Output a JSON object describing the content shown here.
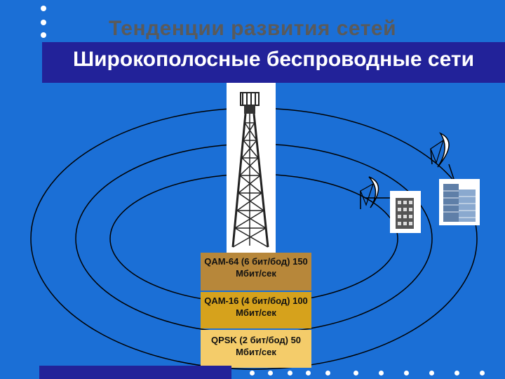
{
  "slide": {
    "title": "Тенденции развития сетей",
    "subtitle": "Широкополосные беспроводные сети"
  },
  "modulation": [
    {
      "text": "QAM-64 (6 бит/бод) 150 Мбит/сек"
    },
    {
      "text": "QAM-16 (4 бит/бод) 100 Мбит/сек"
    },
    {
      "text": "QPSK (2 бит/бод) 50 Мбит/сек"
    }
  ],
  "icons": [
    "tower-icon",
    "dish-antenna-icon",
    "office-building-icon"
  ],
  "colors": {
    "background": "#1b6fd6",
    "band": "#222299",
    "qam64": "#b7873a",
    "qam16": "#d6a21c",
    "qpsk": "#f4cc6a"
  }
}
